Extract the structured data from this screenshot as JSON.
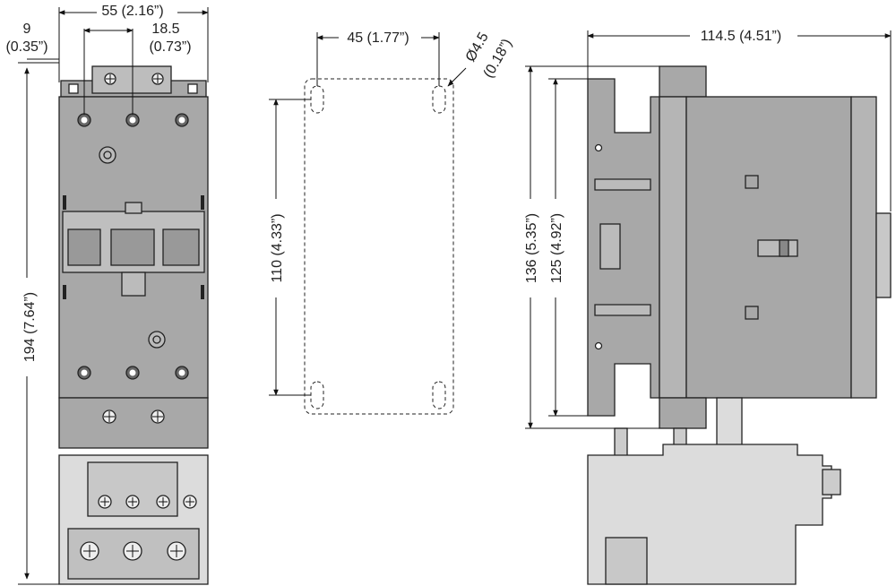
{
  "colors": {
    "body": "#a8a8a8",
    "body_dark": "#8f8f8f",
    "light": "#dcdcdc",
    "line": "#222222",
    "background": "#ffffff"
  },
  "front_view": {
    "dim_width": "55 (2.16”)",
    "dim_offset_mm": "9",
    "dim_offset_in": "(0.35”)",
    "dim_pitch_mm": "18.5",
    "dim_pitch_in": "(0.73”)",
    "dim_height": "194 (7.64”)"
  },
  "mounting_view": {
    "dim_hole_spacing_x": "45 (1.77”)",
    "dim_hole_spacing_y": "110 (4.33”)",
    "dim_hole_diameter": "Ø4.5",
    "dim_hole_diameter_in": "(0.18”)"
  },
  "side_view": {
    "dim_depth": "114.5 (4.51”)",
    "dim_height_outer": "136 (5.35”)",
    "dim_height_inner": "125 (4.92”)"
  }
}
